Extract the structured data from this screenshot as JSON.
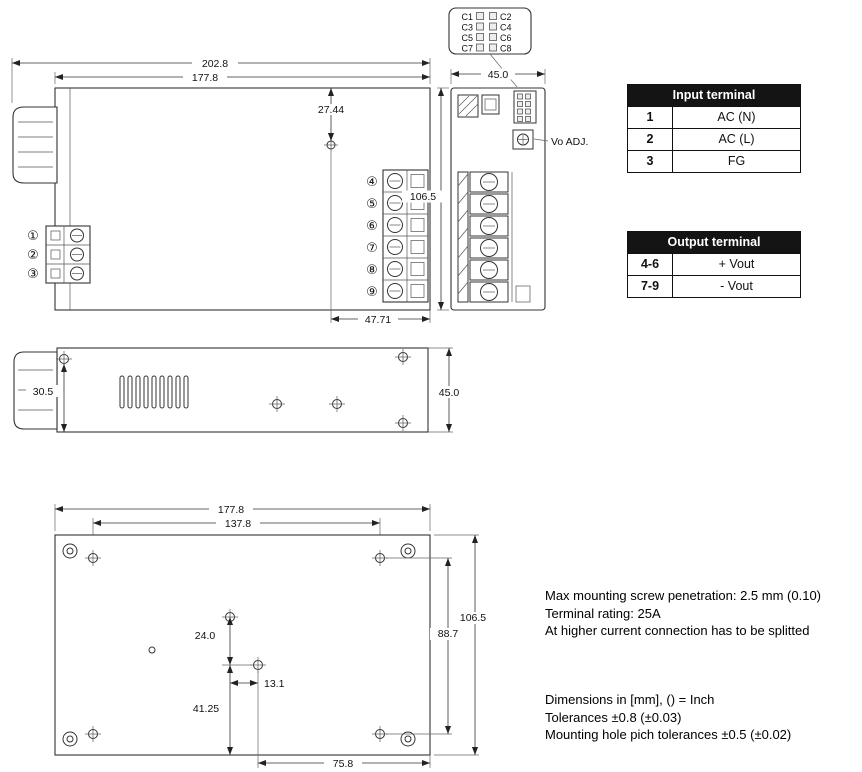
{
  "connector_detail": {
    "left_pins": [
      "C1",
      "C3",
      "C5",
      "C7"
    ],
    "right_pins": [
      "C2",
      "C4",
      "C6",
      "C8"
    ]
  },
  "front_view": {
    "dim_total_width": "202.8",
    "dim_body_width": "177.8",
    "dim_voadj_from_top": "27.44",
    "dim_voadj_from_right": "47.71",
    "input_terminal_labels": [
      "①",
      "②",
      "③"
    ],
    "output_terminal_labels": [
      "④",
      "⑤",
      "⑥",
      "⑦",
      "⑧",
      "⑨"
    ]
  },
  "end_view": {
    "dim_width": "45.0",
    "dim_height": "106.5",
    "vo_adj_label": "Vo ADJ."
  },
  "side_view": {
    "dim_hole_offset": "30.5",
    "dim_height": "45.0"
  },
  "bottom_view": {
    "dim_width": "177.8",
    "dim_hole_span_x": "137.8",
    "dim_height": "106.5",
    "dim_hole_span_y": "88.7",
    "dim_center_dy": "24.0",
    "dim_center_dx": "13.1",
    "dim_lower_hole_from_bottom": "41.25",
    "dim_lower_hole_from_right": "75.8"
  },
  "input_table": {
    "title": "Input terminal",
    "rows": [
      [
        "1",
        "AC (N)"
      ],
      [
        "2",
        "AC (L)"
      ],
      [
        "3",
        "FG"
      ]
    ]
  },
  "output_table": {
    "title": "Output terminal",
    "rows": [
      [
        "4-6",
        "+ Vout"
      ],
      [
        "7-9",
        "- Vout"
      ]
    ]
  },
  "notes": {
    "line1": "Max mounting screw penetration: 2.5 mm (0.10)",
    "line2": "Terminal rating: 25A",
    "line3": "At higher current connection has to be splitted",
    "line4": "Dimensions in [mm], () = Inch",
    "line5": "Tolerances ±0.8 (±0.03)",
    "line6": "Mounting hole pich tolerances ±0.5 (±0.02)"
  }
}
